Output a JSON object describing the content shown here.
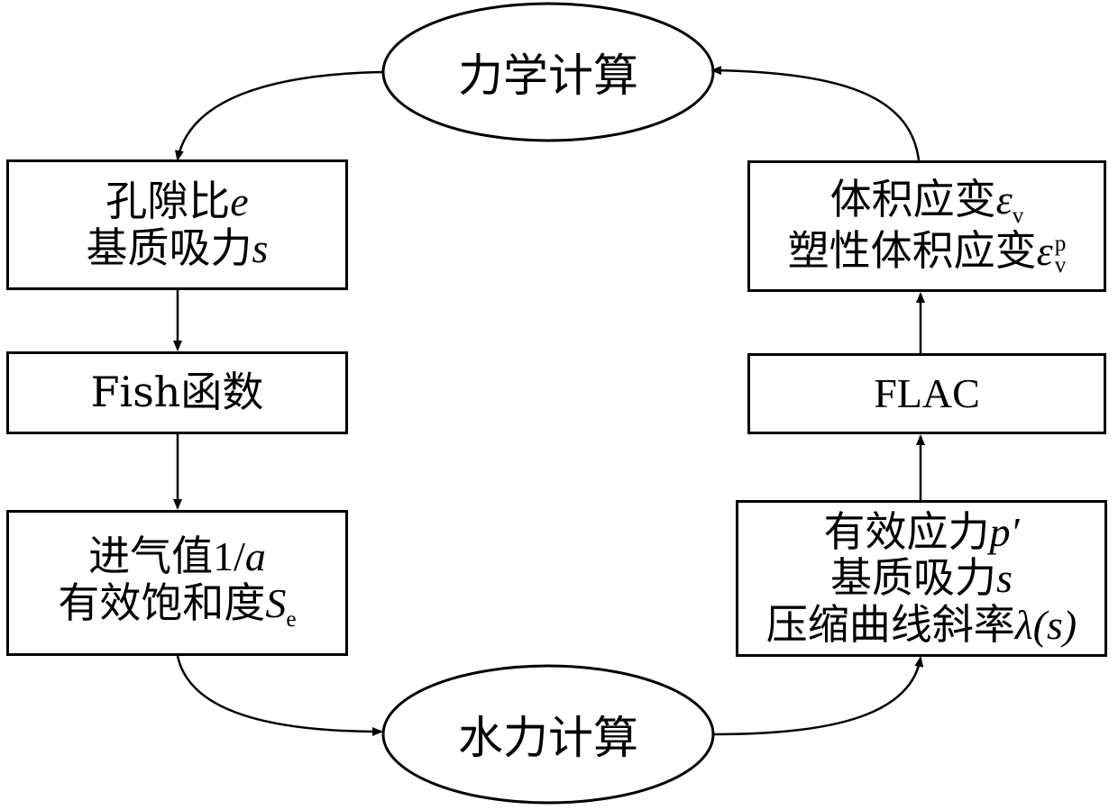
{
  "nodes": {
    "mechanics": {
      "label": "力学计算"
    },
    "hydraulics": {
      "label": "水力计算"
    },
    "void_box": {
      "line1_text": "孔隙比",
      "line1_sym": "e",
      "line2_text": "基质吸力",
      "line2_sym": "s"
    },
    "fish_box": {
      "label": "Fish函数"
    },
    "air_entry_box": {
      "line1_text": "进气值",
      "line1_sym_prefix": "1/",
      "line1_sym": "a",
      "line2_text": "有效饱和度",
      "line2_sym": "S",
      "line2_sub": "e"
    },
    "strain_box": {
      "line1_text": "体积应变",
      "line1_sym": "ε",
      "line1_sub": "v",
      "line2_text": "塑性体积应变",
      "line2_sym": "ε",
      "line2_sup": "p",
      "line2_sub": "v"
    },
    "flac_box": {
      "label": "FLAC"
    },
    "stress_box": {
      "line1_text": "有效应力",
      "line1_sym": "p′",
      "line2_text": "基质吸力",
      "line2_sym": "s",
      "line3_text": "压缩曲线斜率",
      "line3_sym": "λ(s)"
    }
  },
  "colors": {
    "stroke": "#000000",
    "background": "#ffffff"
  }
}
